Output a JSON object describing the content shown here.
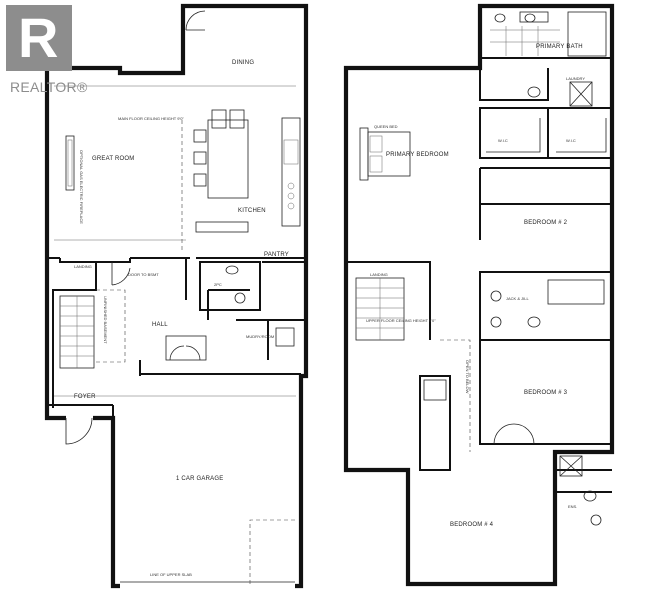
{
  "watermark": {
    "brand": "REALTOR",
    "mark": "®",
    "icon": "realtor-r-logo"
  },
  "main_floor": {
    "rooms": [
      "DINING",
      "GREAT ROOM",
      "KITCHEN",
      "PANTRY",
      "FOYER",
      "HALL",
      "1 CAR GARAGE",
      "LANDING",
      "2PC",
      "MUDRY/ROOM"
    ],
    "notes": [
      "MAIN FLOOR CEILING HEIGHT 9'0\"",
      "OPTIONAL GAS ELECTRIC FIREPLACE",
      "DOOR TO BSMT",
      "UNFINISHED BASEMENT",
      "LINE OF UPPER SLAB"
    ]
  },
  "upper_floor": {
    "rooms": [
      "PRIMARY BATH",
      "PRIMARY BEDROOM",
      "W.I.C",
      "W.I.C",
      "BEDROOM # 2",
      "JACK & JILL",
      "BEDROOM # 3",
      "BEDROOM # 4",
      "ENS.",
      "LANDING",
      "LAUNDRY"
    ],
    "notes": [
      "UPPER FLOOR CEILING HEIGHT 9'0\"",
      "QUEEN BED",
      "OPEN TO BELOW"
    ]
  }
}
